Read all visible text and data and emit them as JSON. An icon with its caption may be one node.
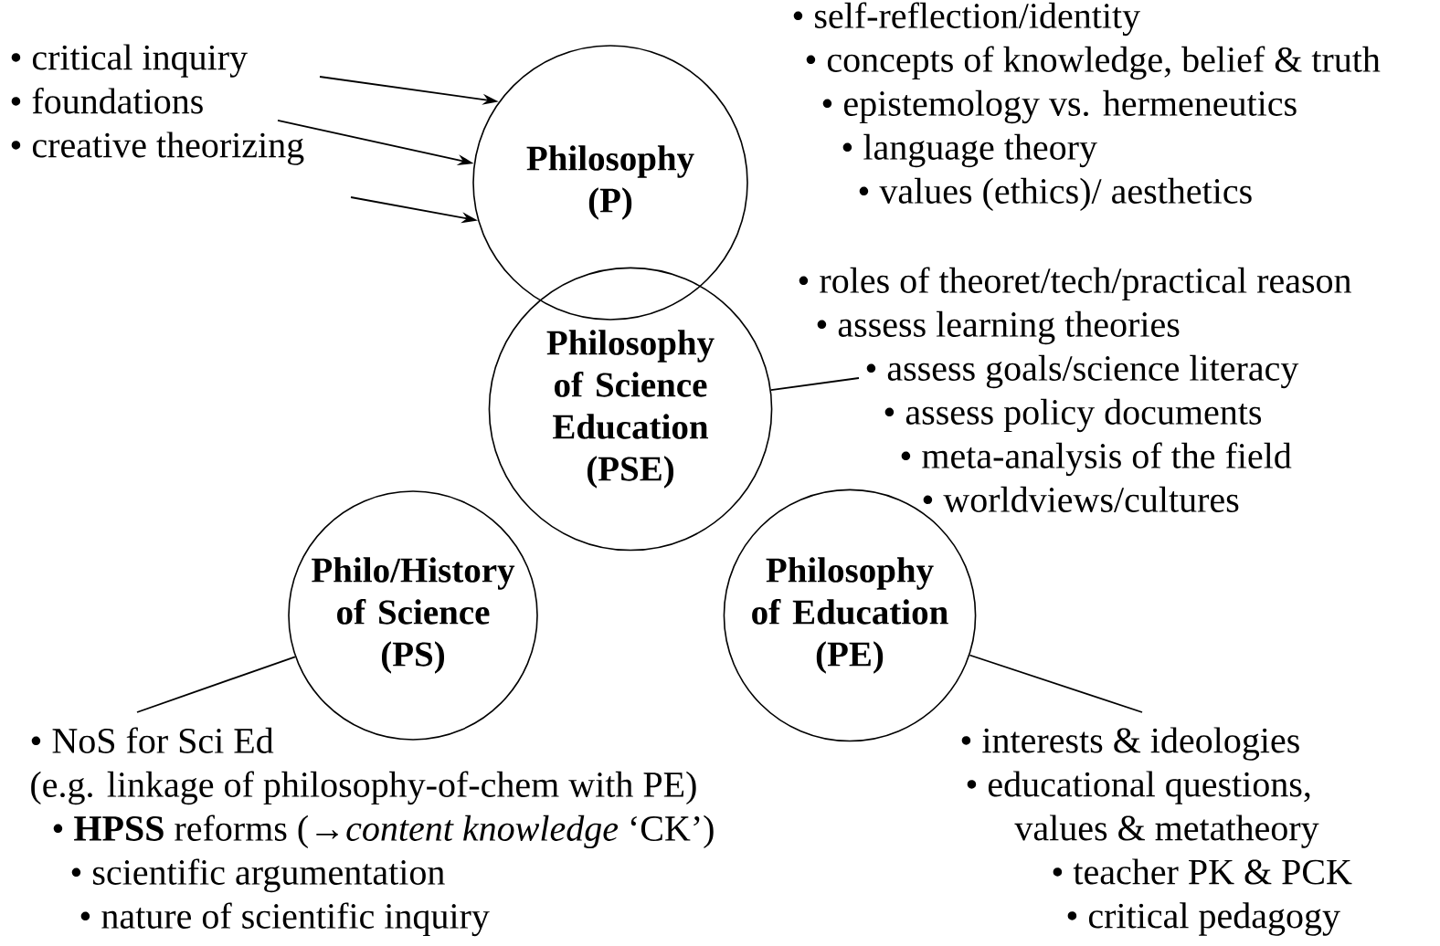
{
  "diagram": {
    "nodes": [
      {
        "text": [
          "Philosophy (P)"
        ],
        "beside": [
          "• self-reflection/identity",
          "• concepts of knowledge, belief & truth",
          "• epistemology vs. hermeneutics",
          "• language theory",
          "• values (ethics)/ aesthetics"
        ]
      },
      {
        "text": [
          "Philosophy of Science Education (PSE)"
        ]
      },
      {
        "text": [
          "Philo/History of Science (PS)"
        ]
      },
      {
        "text": [
          "Philosophy of Education (PE)"
        ]
      },
      {
        "text": [
          "• critical inquiry",
          "• foundations",
          "• creative theorizing"
        ]
      },
      {
        "text": [
          "• roles of theoret/tech/practical reason",
          "• assess learning theories",
          "• assess goals/science literacy",
          "• assess policy documents",
          "• meta-analysis of the field",
          "• worldviews/cultures"
        ]
      },
      {
        "text": [
          "• NoS for Sci Ed",
          "(e.g. linkage of philosophy-of-chem with PE)",
          "• **HPSS** reforms  (→*content knowledge* ‘CK’)",
          "• scientific argumentation",
          "• nature of scientific inquiry"
        ]
      },
      {
        "text": [
          "• interests & ideologies",
          "• educational questions, values & metatheory",
          "• teacher PK & PCK",
          "• critical pedagogy"
        ]
      }
    ],
    "edges": [
      {
        "from": 4,
        "to": 0,
        "arrow": "to"
      },
      {
        "from": 4,
        "to": 0,
        "arrow": "to"
      },
      {
        "from": 4,
        "to": 0,
        "arrow": "to"
      },
      {
        "from": 5,
        "to": 1,
        "arrow": "none"
      },
      {
        "from": 6,
        "to": 2,
        "arrow": "none"
      },
      {
        "from": 7,
        "to": 3,
        "arrow": "none"
      }
    ]
  }
}
